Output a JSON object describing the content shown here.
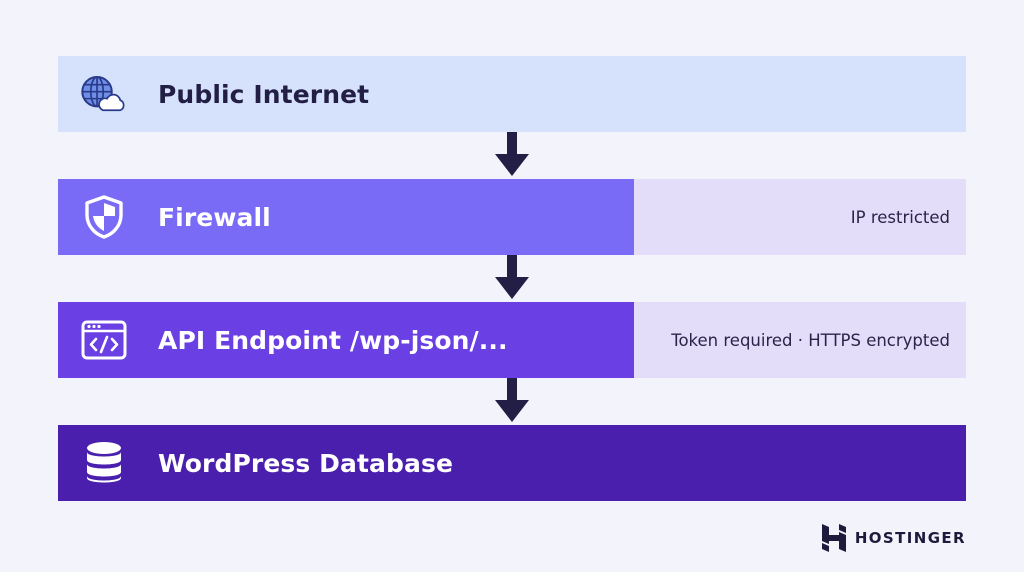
{
  "layers": [
    {
      "label": "Public Internet",
      "icon": "globe-cloud-icon"
    },
    {
      "label": "Firewall",
      "note": "IP restricted",
      "icon": "shield-icon"
    },
    {
      "label": "API Endpoint /wp-json/...",
      "note": "Token required · HTTPS encrypted",
      "icon": "code-window-icon"
    },
    {
      "label": "WordPress Database",
      "icon": "database-icon"
    }
  ],
  "brand": {
    "name": "HOSTINGER"
  },
  "colors": {
    "background": "#f2f3fb",
    "internet": "#d6e2fb",
    "firewall": "#7a6bf7",
    "api": "#6a3fe3",
    "database": "#4b1fae",
    "note_panel": "#e3ddfa",
    "arrow": "#221e45"
  }
}
